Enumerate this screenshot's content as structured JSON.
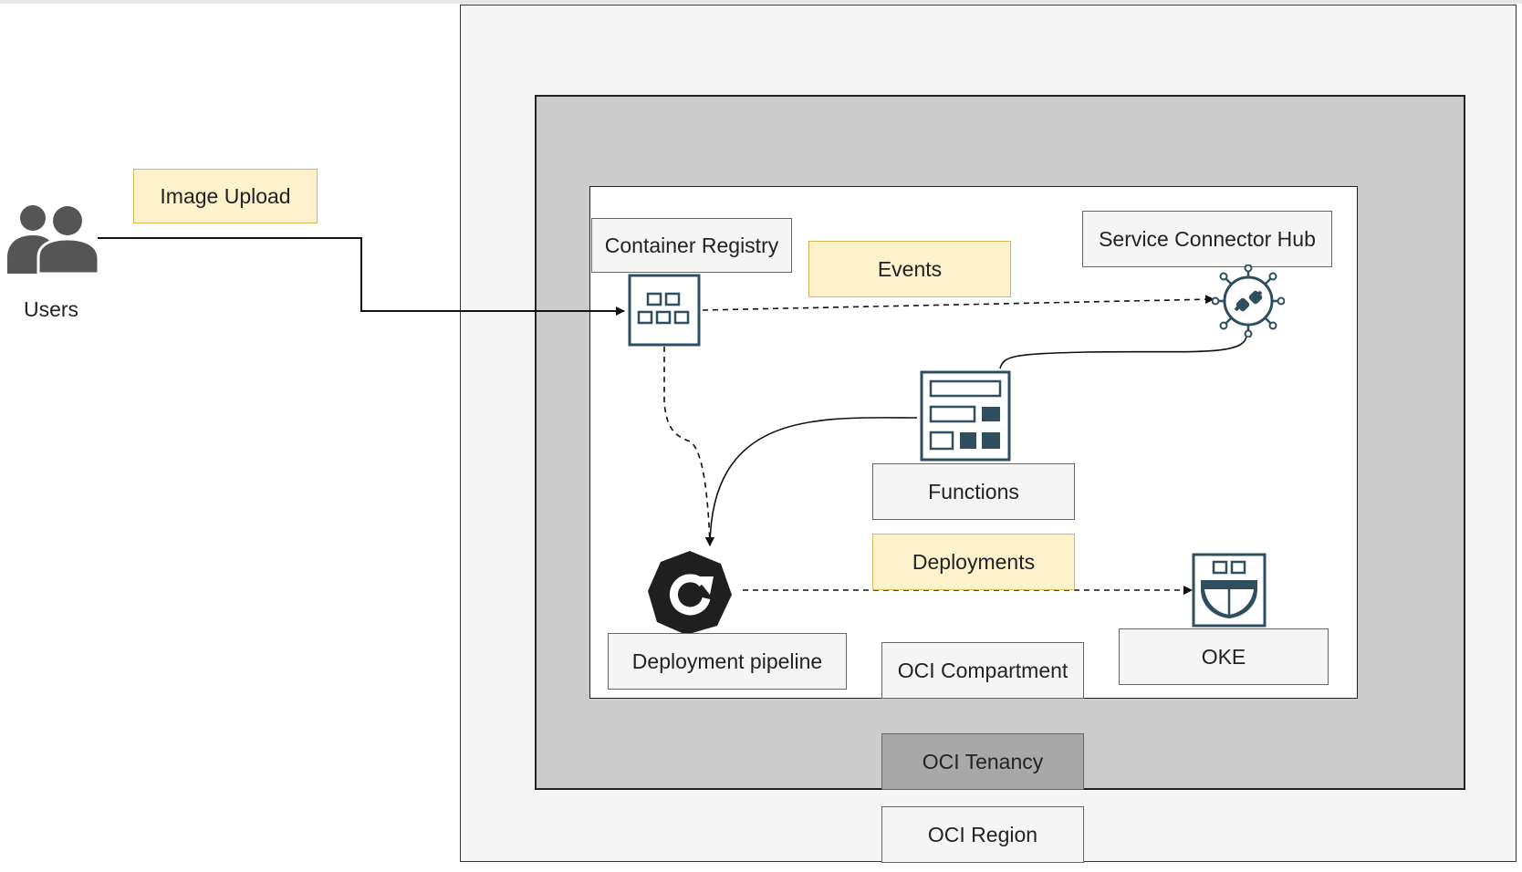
{
  "diagram": {
    "users_label": "Users",
    "image_upload_label": "Image Upload",
    "container_registry_label": "Container Registry",
    "events_label": "Events",
    "service_connector_hub_label": "Service Connector Hub",
    "functions_label": "Functions",
    "deployments_label": "Deployments",
    "deployment_pipeline_label": "Deployment pipeline",
    "oke_label": "OKE",
    "oci_compartment_label": "OCI Compartment",
    "oci_tenancy_label": "OCI Tenancy",
    "oci_region_label": "OCI Region"
  },
  "icons": {
    "users": "users-icon",
    "container_registry": "container-registry-icon",
    "service_connector_hub": "service-connector-hub-icon",
    "functions": "functions-icon",
    "deployment_pipeline": "deployment-pipeline-icon",
    "oke": "oke-icon"
  },
  "colors": {
    "icon_teal": "#2f4f5f",
    "note_yellow": "#fdf2cc",
    "note_border": "#d6b656",
    "tenancy_gray": "#cccccc",
    "region_gray": "#f5f5f5"
  }
}
